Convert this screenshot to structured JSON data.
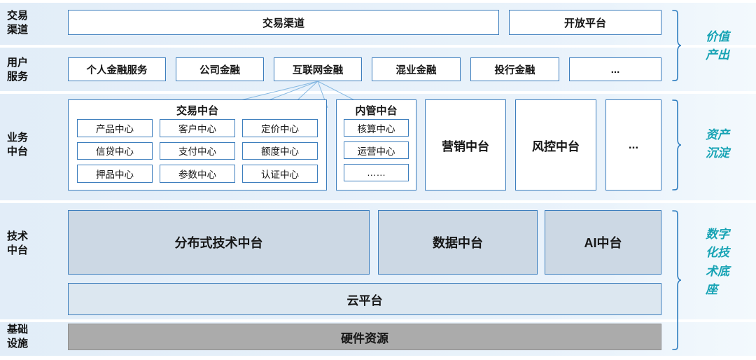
{
  "rows": {
    "channel": {
      "label": "交易渠道"
    },
    "user": {
      "label": "用户服务"
    },
    "business": {
      "label": "业务中台"
    },
    "tech": {
      "label": "技术中台"
    },
    "infra": {
      "label": "基础设施"
    }
  },
  "channel": {
    "trade_channel": "交易渠道",
    "open_platform": "开放平台"
  },
  "services": {
    "items": [
      {
        "label": "个人金融服务"
      },
      {
        "label": "公司金融"
      },
      {
        "label": "互联网金融"
      },
      {
        "label": "混业金融"
      },
      {
        "label": "投行金融"
      },
      {
        "label": "..."
      }
    ]
  },
  "business": {
    "trade_center": {
      "title": "交易中台",
      "cells": [
        "产品中心",
        "客户中心",
        "定价中心",
        "信贷中心",
        "支付中心",
        "额度中心",
        "押品中心",
        "参数中心",
        "认证中心"
      ]
    },
    "internal": {
      "title": "内管中台",
      "cells": [
        "核算中心",
        "运营中心",
        "……"
      ]
    },
    "marketing": "营销中台",
    "risk": "风控中台",
    "more": "..."
  },
  "tech": {
    "distributed": "分布式技术中台",
    "data": "数据中台",
    "ai": "AI中台",
    "cloud": "云平台"
  },
  "infra": {
    "hardware": "硬件资源"
  },
  "annotations": {
    "value_output": "价值产出",
    "asset": "资产沉淀",
    "digital_base": "数字化技术底座"
  },
  "colors": {
    "box_border": "#3d7ebd",
    "teal_label": "#16a3b4",
    "band_fill": "#e2edf8",
    "tech_fill": "#ccd8e4",
    "cloud_fill": "#dce7f0",
    "hardware_fill": "#ababab",
    "connector_line": "#85b8e2"
  }
}
